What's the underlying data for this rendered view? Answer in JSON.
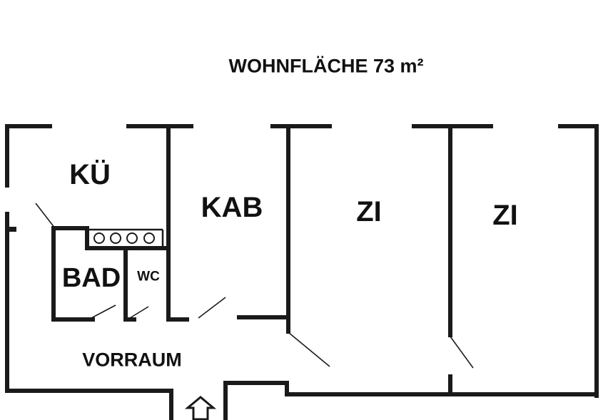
{
  "plan": {
    "title": "WOHNFLÄCHE 73 m²",
    "rooms": {
      "kueche": "KÜ",
      "kabinett": "KAB",
      "zimmer_1": "ZI",
      "zimmer_2": "ZI",
      "bad": "BAD",
      "wc": "WC",
      "vorraum": "VORRAUM"
    },
    "entrance_icon": "arrow-up-outline-icon",
    "wall_color": "#1a1a1a",
    "background_color": "#ffffff"
  }
}
